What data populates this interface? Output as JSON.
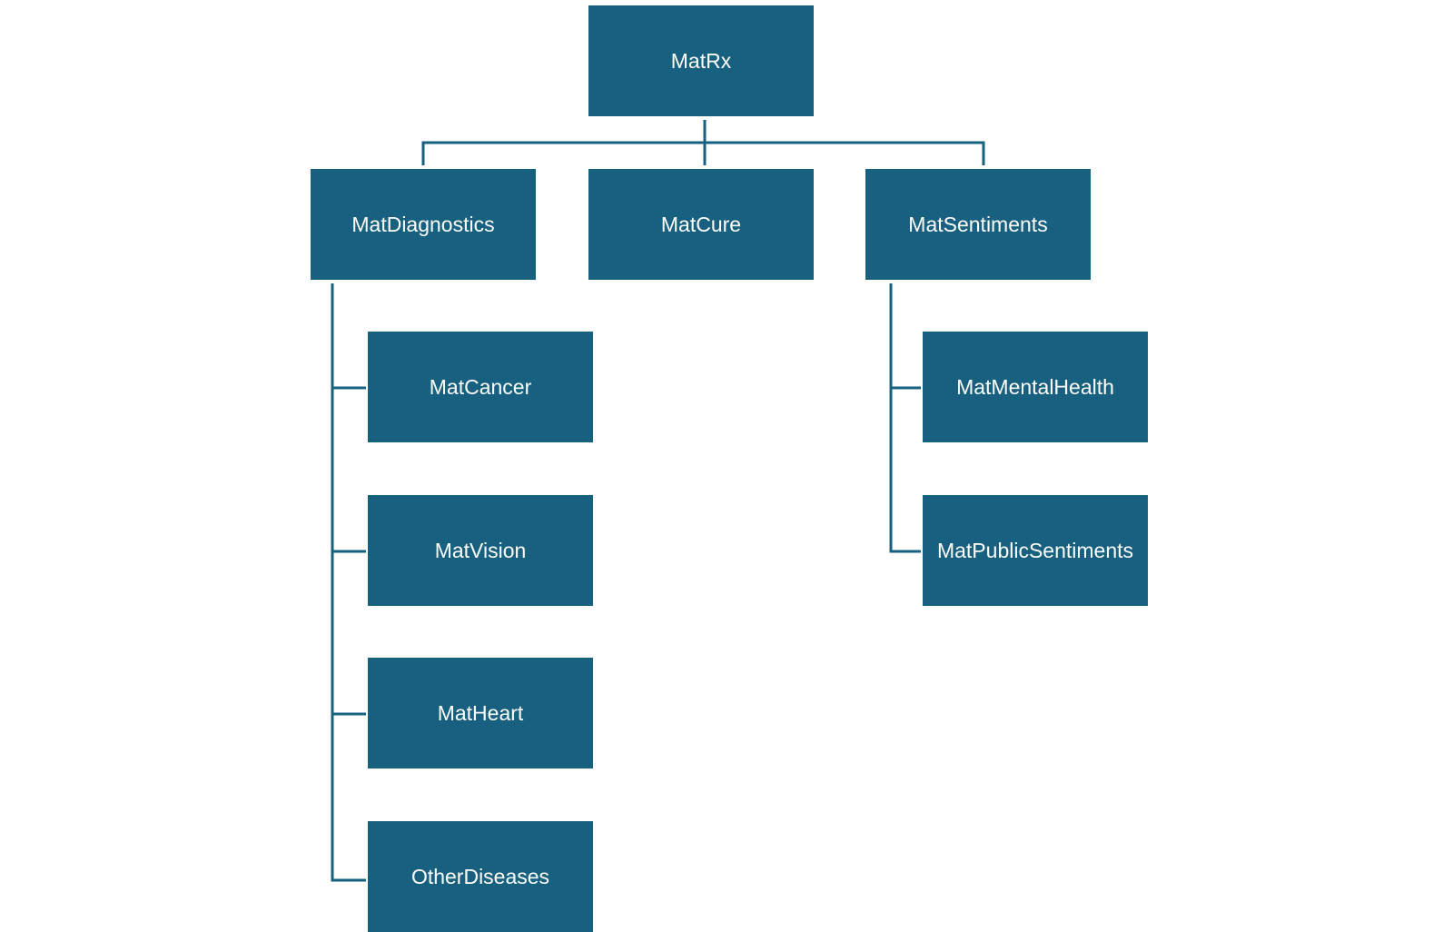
{
  "colors": {
    "node_fill": "#17607f",
    "node_text": "#ffffff",
    "connector": "#17607f"
  },
  "org_chart": {
    "root": "MatRx",
    "level1": {
      "diagnostics": "MatDiagnostics",
      "cure": "MatCure",
      "sentiments": "MatSentiments"
    },
    "diagnostics_children": {
      "cancer": "MatCancer",
      "vision": "MatVision",
      "heart": "MatHeart",
      "other": "OtherDiseases"
    },
    "sentiments_children": {
      "mental_health": "MatMentalHealth",
      "public_sentiments": "MatPublicSentiments"
    }
  }
}
